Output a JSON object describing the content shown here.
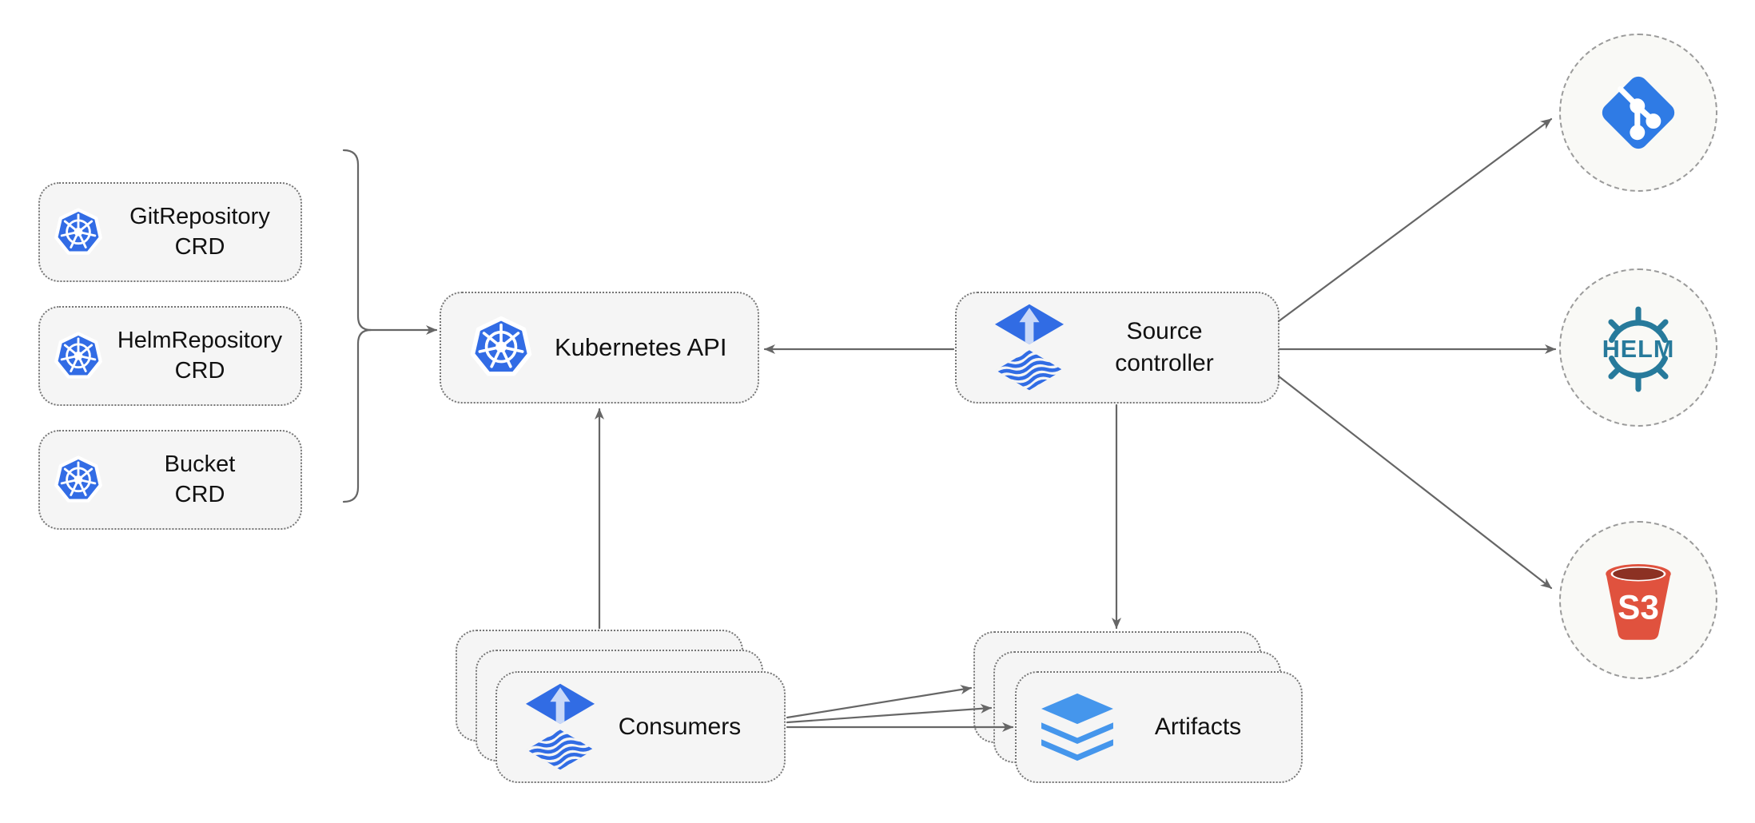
{
  "diagram": {
    "kind": "flux-source-controller-architecture",
    "crd_boxes": [
      {
        "line1": "GitRepository",
        "line2": "CRD"
      },
      {
        "line1": "HelmRepository",
        "line2": "CRD"
      },
      {
        "line1": "Bucket",
        "line2": "CRD"
      }
    ],
    "nodes": {
      "kubernetes_api": {
        "label": "Kubernetes API"
      },
      "source_controller": {
        "line1": "Source",
        "line2": "controller"
      },
      "consumers": {
        "label": "Consumers"
      },
      "artifacts": {
        "label": "Artifacts"
      }
    },
    "external_sources": {
      "git": {
        "icon": "git-logo"
      },
      "helm": {
        "label": "HELM"
      },
      "s3": {
        "label": "S3"
      }
    },
    "edges": [
      {
        "from": "crd-group-bracket",
        "to": "kubernetes-api"
      },
      {
        "from": "source-controller",
        "to": "kubernetes-api"
      },
      {
        "from": "consumers",
        "to": "kubernetes-api"
      },
      {
        "from": "source-controller",
        "to": "artifacts"
      },
      {
        "from": "source-controller",
        "to": "git-repository"
      },
      {
        "from": "source-controller",
        "to": "helm-repository"
      },
      {
        "from": "source-controller",
        "to": "s3-bucket"
      },
      {
        "from": "consumers",
        "to": "artifacts-back"
      },
      {
        "from": "consumers",
        "to": "artifacts-middle"
      },
      {
        "from": "consumers",
        "to": "artifacts-front"
      }
    ],
    "colors": {
      "kubernetes_blue": "#326CE5",
      "flux_blue": "#316CE4",
      "flux_arrow_light": "#C8D8F8",
      "layers_blue": "#4596EC",
      "helm_teal": "#277A9B",
      "s3_red": "#E0523E",
      "s3_dark_red": "#8C3123",
      "line_gray": "#666666",
      "node_fill": "#F5F5F5",
      "node_border_gray": "#767676",
      "circle_border_gray": "#9B9B9B"
    }
  }
}
